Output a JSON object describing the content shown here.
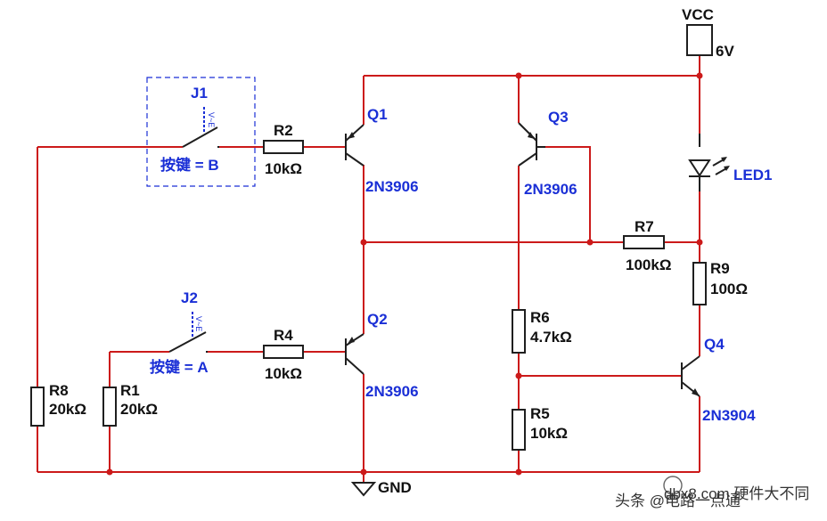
{
  "power": {
    "vcc_label": "VCC",
    "vcc_value": "6V",
    "gnd_label": "GND"
  },
  "switches": [
    {
      "ref": "J1",
      "key_label": "按键 = B"
    },
    {
      "ref": "J2",
      "key_label": "按键 = A"
    }
  ],
  "switch_marker": "V~E",
  "transistors": [
    {
      "ref": "Q1",
      "part": "2N3906"
    },
    {
      "ref": "Q2",
      "part": "2N3906"
    },
    {
      "ref": "Q3",
      "part": "2N3906"
    },
    {
      "ref": "Q4",
      "part": "2N3904"
    }
  ],
  "resistors": [
    {
      "ref": "R1",
      "value": "20kΩ"
    },
    {
      "ref": "R2",
      "value": "10kΩ"
    },
    {
      "ref": "R4",
      "value": "10kΩ"
    },
    {
      "ref": "R5",
      "value": "10kΩ"
    },
    {
      "ref": "R6",
      "value": "4.7kΩ"
    },
    {
      "ref": "R7",
      "value": "100kΩ"
    },
    {
      "ref": "R8",
      "value": "20kΩ"
    },
    {
      "ref": "R9",
      "value": "100Ω"
    }
  ],
  "led": {
    "ref": "LED1"
  },
  "watermark": {
    "text": "头条 @电路一点通",
    "subtext": "dbx8.com 硬件大不同"
  },
  "colors": {
    "wire": "#cc1a1a",
    "component_label": "#1a2fd6",
    "value_label": "#111111"
  }
}
